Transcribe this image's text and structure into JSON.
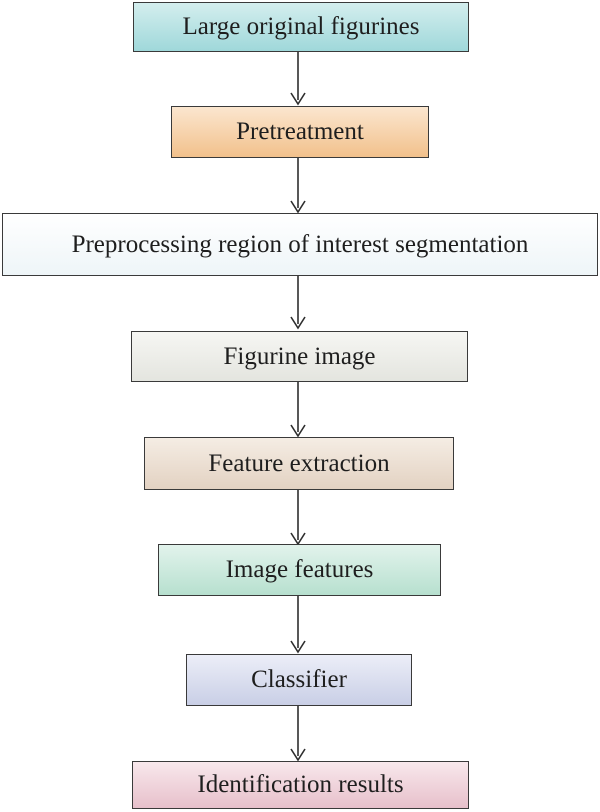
{
  "steps": [
    {
      "label": "Large original figurines",
      "color_top": "#d4eeee",
      "color_bottom": "#9fd8da"
    },
    {
      "label": "Pretreatment",
      "color_top": "#fbe6cf",
      "color_bottom": "#f2c18c"
    },
    {
      "label": "Preprocessing region of interest segmentation",
      "color_top": "#ffffff",
      "color_bottom": "#eef5f8"
    },
    {
      "label": "Figurine image",
      "color_top": "#f6f6f3",
      "color_bottom": "#e4e5df"
    },
    {
      "label": "Feature extraction",
      "color_top": "#f5ede4",
      "color_bottom": "#e3d2c2"
    },
    {
      "label": "Image features",
      "color_top": "#e2f3ec",
      "color_bottom": "#b7e0cf"
    },
    {
      "label": "Classifier",
      "color_top": "#eceef8",
      "color_bottom": "#c9cfe6"
    },
    {
      "label": "Identification results",
      "color_top": "#f8e8ec",
      "color_bottom": "#e7c0cb"
    }
  ],
  "connector_color": "#2e2e2e"
}
